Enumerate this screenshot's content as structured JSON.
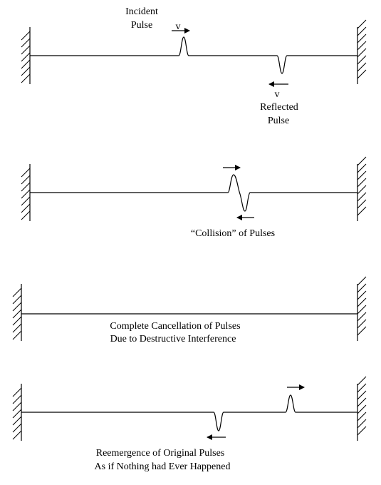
{
  "panel1": {
    "incident_line1": "Incident",
    "incident_line2": "Pulse",
    "v_incident": "v",
    "v_reflected": "v",
    "reflected_line1": "Reflected",
    "reflected_line2": "Pulse"
  },
  "panel2": {
    "caption": "“Collision” of Pulses"
  },
  "panel3": {
    "caption_line1": "Complete Cancellation of Pulses",
    "caption_line2": "Due to Destructive Interference"
  },
  "panel4": {
    "caption_line1": "Reemergence of Original Pulses",
    "caption_line2": "As if Nothing had Ever Happened"
  }
}
